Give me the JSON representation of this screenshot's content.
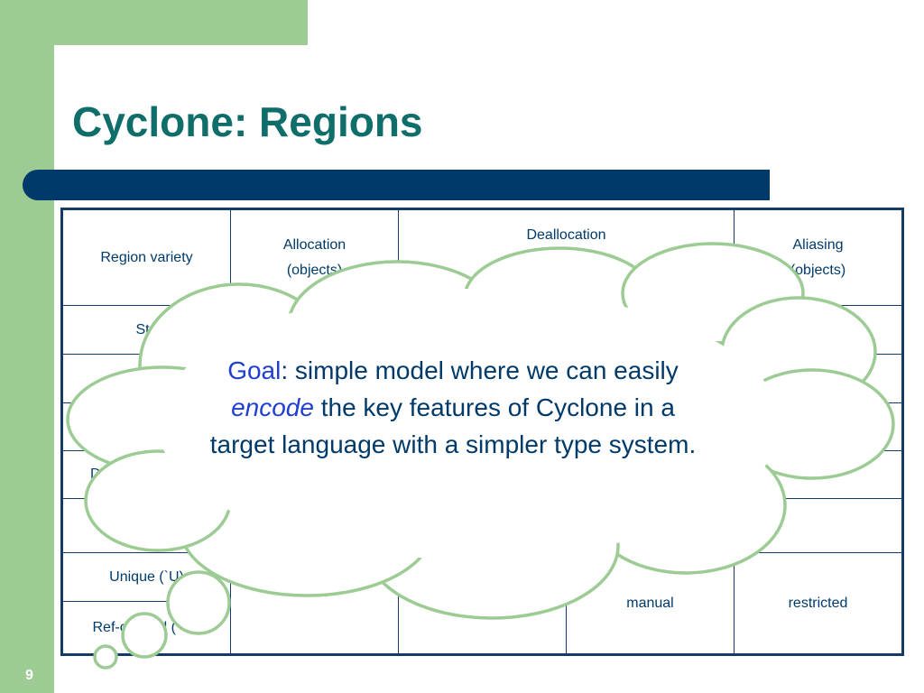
{
  "slide": {
    "title": "Cyclone: Regions",
    "page_number": "9"
  },
  "table": {
    "headers": {
      "region_variety": "Region variety",
      "allocation_line1": "Allocation",
      "allocation_line2": "(objects)",
      "deallocation": "Deallocation",
      "aliasing_line1": "Aliasing",
      "aliasing_line2": "(objects)"
    },
    "rows": {
      "static": "Sta",
      "blank_a": "",
      "blank_b": "",
      "dynamic": "D",
      "blank_c": "",
      "unique": "Unique (`U)",
      "refcounted": "Ref-co      d (     )",
      "manual": "manual",
      "restricted": "restricted"
    }
  },
  "callout": {
    "goal_label": "Goal",
    "text_1": ": simple model where we can easily ",
    "encode_word": "encode",
    "text_2": " the key features of Cyclone in a target language with a simpler type system."
  },
  "colors": {
    "title": "#0f6e6a",
    "title_bar": "#003a6a",
    "sidebar_green": "#9ccb94",
    "cloud_outline": "#9ccb94",
    "emphasis_blue": "#1f3fd0",
    "body_text": "#003a6a"
  }
}
